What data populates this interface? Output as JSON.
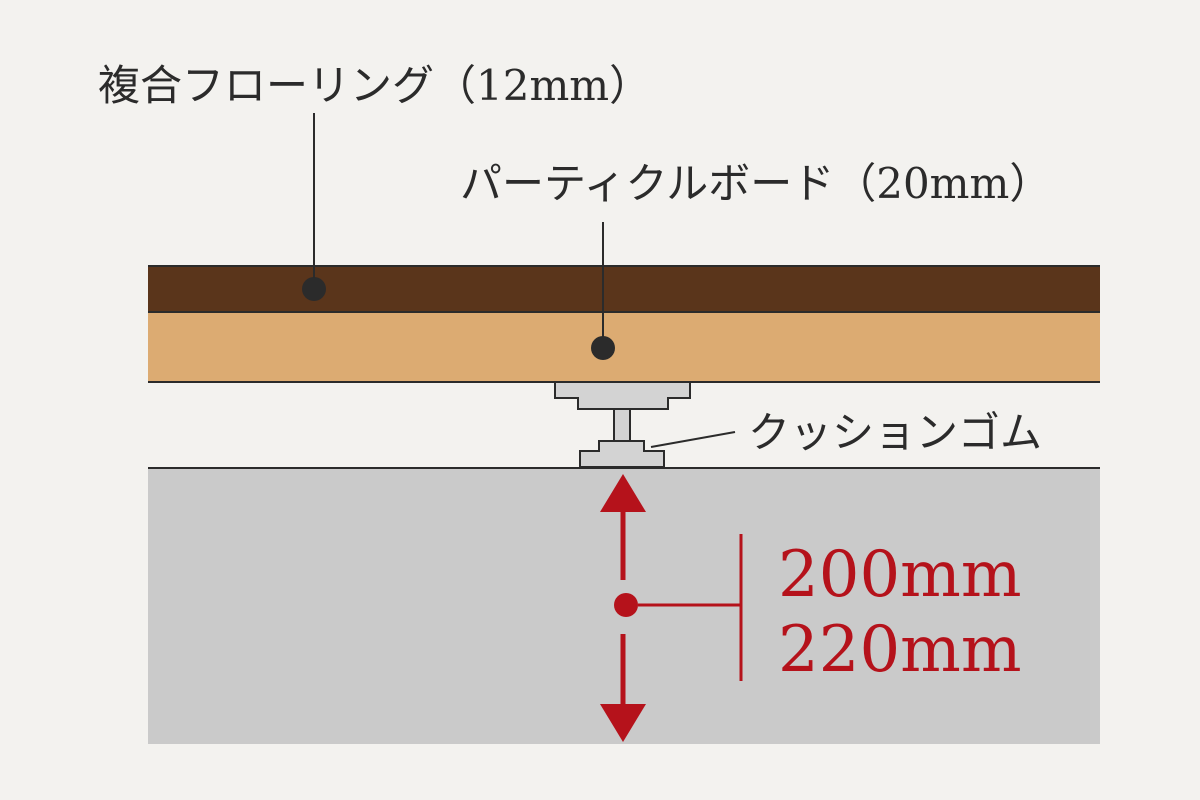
{
  "labels": {
    "flooring": "複合フローリング（12mm）",
    "particle_board": "パーティクルボード（20mm）",
    "cushion_rubber": "クッションゴム",
    "height_option_1": "200mm",
    "height_option_2": "220mm"
  },
  "colors": {
    "background": "#f3f2ef",
    "flooring_layer": "#5a351b",
    "particle_board_layer": "#dcab72",
    "concrete_slab": "#cacaca",
    "support_bolt": "#d3d3d3",
    "dimension_red": "#b5121b",
    "leader_line": "#2b2b2b"
  }
}
